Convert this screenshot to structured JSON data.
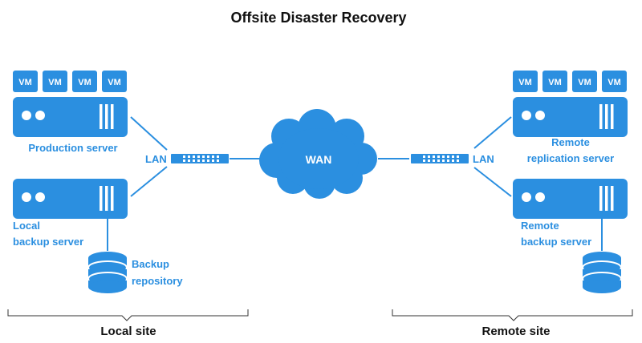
{
  "title": "Offsite Disaster Recovery",
  "colors": {
    "accent": "#2b8fe0",
    "text": "#111111",
    "background": "#ffffff"
  },
  "local": {
    "vms": [
      "VM",
      "VM",
      "VM",
      "VM"
    ],
    "production_server": "Production server",
    "lan": "LAN",
    "backup_server_line1": "Local",
    "backup_server_line2": "backup server",
    "repository_line1": "Backup",
    "repository_line2": "repository",
    "site_label": "Local site"
  },
  "wan": "WAN",
  "remote": {
    "vms": [
      "VM",
      "VM",
      "VM",
      "VM"
    ],
    "replication_line1": "Remote",
    "replication_line2": "replication server",
    "lan": "LAN",
    "backup_server_line1": "Remote",
    "backup_server_line2": "backup server",
    "site_label": "Remote site"
  }
}
